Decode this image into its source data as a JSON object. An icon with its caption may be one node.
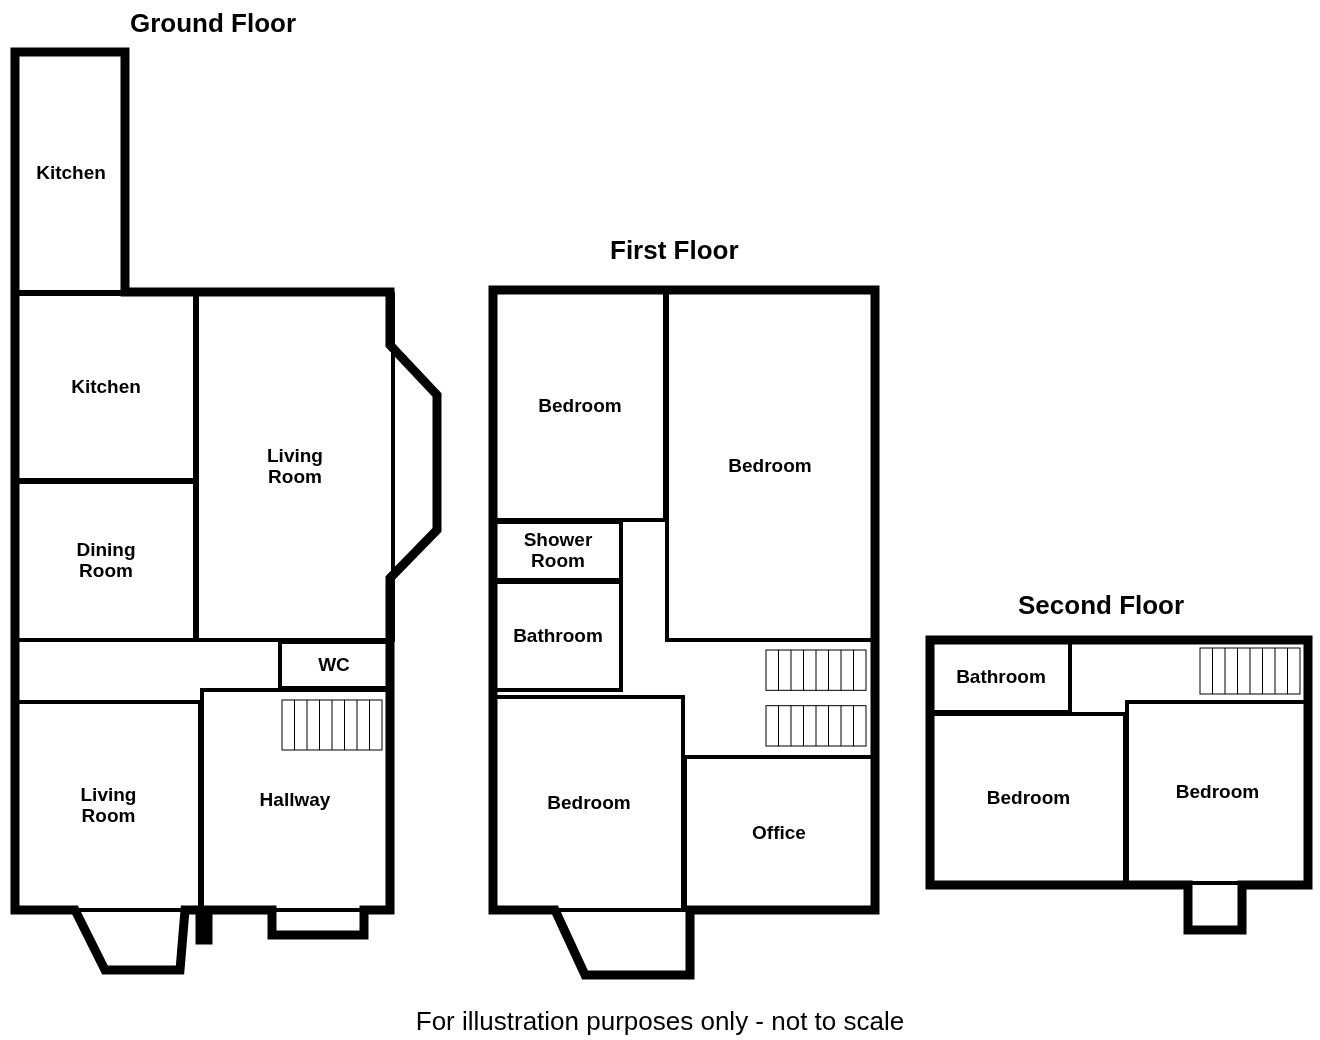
{
  "diagram": {
    "caption": "For illustration purposes only - not to scale",
    "nodes": [
      {
        "text": [
          "Ground Floor"
        ]
      },
      {
        "text": [
          "Kitchen"
        ],
        "in": 0
      },
      {
        "text": [
          "Kitchen"
        ],
        "in": 0
      },
      {
        "text": [
          "Living Room"
        ],
        "in": 0
      },
      {
        "text": [
          "Dining Room"
        ],
        "in": 0
      },
      {
        "text": [
          "WC"
        ],
        "in": 0
      },
      {
        "text": [
          "Living Room"
        ],
        "in": 0
      },
      {
        "text": [
          "Hallway"
        ],
        "in": 0
      },
      {
        "text": [
          "First Floor"
        ]
      },
      {
        "text": [
          "Bedroom"
        ],
        "in": 8
      },
      {
        "text": [
          "Bedroom"
        ],
        "in": 8
      },
      {
        "text": [
          "Shower Room"
        ],
        "in": 8
      },
      {
        "text": [
          "Bathroom"
        ],
        "in": 8
      },
      {
        "text": [
          "Bedroom"
        ],
        "in": 8
      },
      {
        "text": [
          "Office"
        ],
        "in": 8
      },
      {
        "text": [
          "Second Floor"
        ]
      },
      {
        "text": [
          "Bathroom"
        ],
        "in": 15
      },
      {
        "text": [
          "Bedroom"
        ],
        "in": 15
      },
      {
        "text": [
          "Bedroom"
        ],
        "in": 15
      }
    ]
  }
}
